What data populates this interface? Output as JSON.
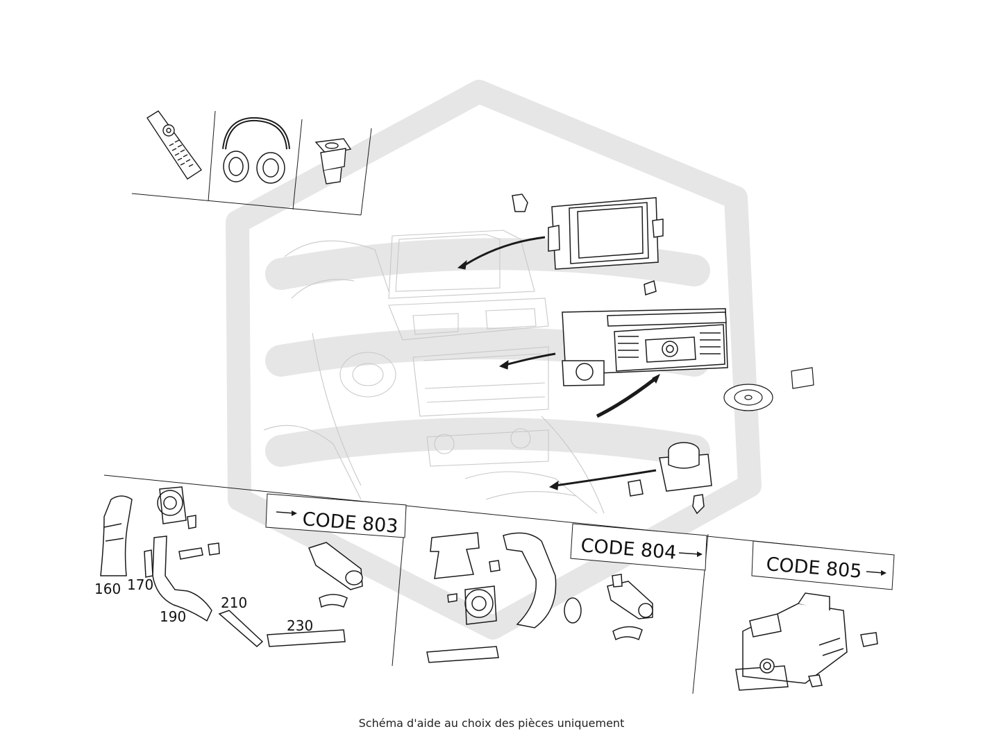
{
  "diagram": {
    "part_numbers": [
      "160",
      "170",
      "190",
      "210",
      "230"
    ],
    "codes": {
      "code_803": "CODE 803",
      "code_804": "CODE 804",
      "code_805": "CODE 805"
    },
    "caption": "Schéma d'aide au choix des pièces uniquement"
  },
  "colors": {
    "line": "#1a1a1a",
    "watermark": "#e6e6e6"
  }
}
